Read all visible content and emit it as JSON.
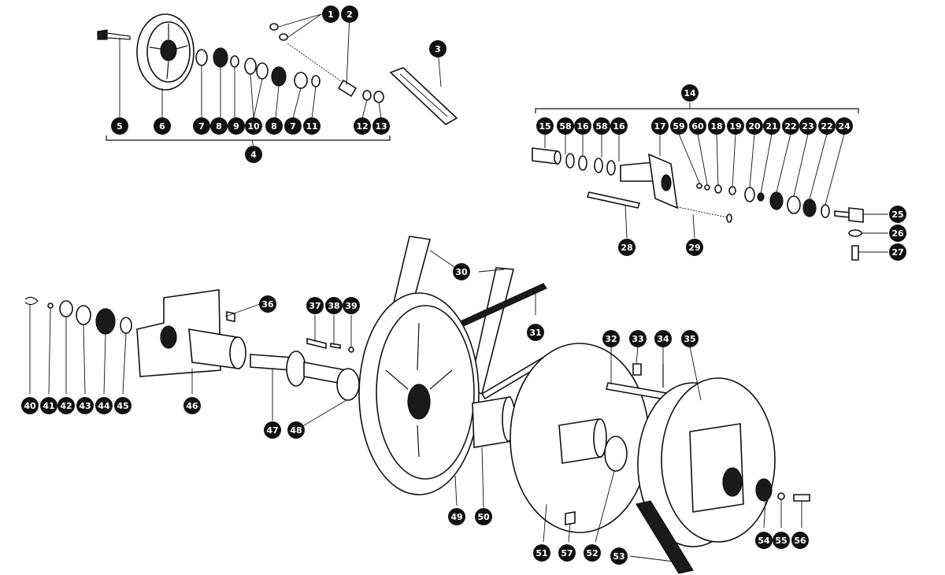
{
  "diagram": {
    "callouts": [
      {
        "id": "c1",
        "label": "1"
      },
      {
        "id": "c2",
        "label": "2"
      },
      {
        "id": "c3",
        "label": "3"
      },
      {
        "id": "c4",
        "label": "4"
      },
      {
        "id": "c5",
        "label": "5"
      },
      {
        "id": "c6",
        "label": "6"
      },
      {
        "id": "c7a",
        "label": "7"
      },
      {
        "id": "c8a",
        "label": "8"
      },
      {
        "id": "c9",
        "label": "9"
      },
      {
        "id": "c10",
        "label": "10"
      },
      {
        "id": "c8b",
        "label": "8"
      },
      {
        "id": "c7b",
        "label": "7"
      },
      {
        "id": "c11",
        "label": "11"
      },
      {
        "id": "c12",
        "label": "12"
      },
      {
        "id": "c13",
        "label": "13"
      },
      {
        "id": "c14",
        "label": "14"
      },
      {
        "id": "c15",
        "label": "15"
      },
      {
        "id": "c58a",
        "label": "58"
      },
      {
        "id": "c16a",
        "label": "16"
      },
      {
        "id": "c58b",
        "label": "58"
      },
      {
        "id": "c16b",
        "label": "16"
      },
      {
        "id": "c17",
        "label": "17"
      },
      {
        "id": "c59",
        "label": "59"
      },
      {
        "id": "c60",
        "label": "60"
      },
      {
        "id": "c18",
        "label": "18"
      },
      {
        "id": "c19",
        "label": "19"
      },
      {
        "id": "c20",
        "label": "20"
      },
      {
        "id": "c21",
        "label": "21"
      },
      {
        "id": "c22a",
        "label": "22"
      },
      {
        "id": "c23",
        "label": "23"
      },
      {
        "id": "c22b",
        "label": "22"
      },
      {
        "id": "c24",
        "label": "24"
      },
      {
        "id": "c25",
        "label": "25"
      },
      {
        "id": "c26",
        "label": "26"
      },
      {
        "id": "c27",
        "label": "27"
      },
      {
        "id": "c28",
        "label": "28"
      },
      {
        "id": "c29",
        "label": "29"
      },
      {
        "id": "c30",
        "label": "30"
      },
      {
        "id": "c31",
        "label": "31"
      },
      {
        "id": "c32",
        "label": "32"
      },
      {
        "id": "c33",
        "label": "33"
      },
      {
        "id": "c34",
        "label": "34"
      },
      {
        "id": "c35",
        "label": "35"
      },
      {
        "id": "c36",
        "label": "36"
      },
      {
        "id": "c37",
        "label": "37"
      },
      {
        "id": "c38",
        "label": "38"
      },
      {
        "id": "c39",
        "label": "39"
      },
      {
        "id": "c40",
        "label": "40"
      },
      {
        "id": "c41",
        "label": "41"
      },
      {
        "id": "c42",
        "label": "42"
      },
      {
        "id": "c43",
        "label": "43"
      },
      {
        "id": "c44",
        "label": "44"
      },
      {
        "id": "c45",
        "label": "45"
      },
      {
        "id": "c46",
        "label": "46"
      },
      {
        "id": "c47",
        "label": "47"
      },
      {
        "id": "c48",
        "label": "48"
      },
      {
        "id": "c49",
        "label": "49"
      },
      {
        "id": "c50",
        "label": "50"
      },
      {
        "id": "c51",
        "label": "51"
      },
      {
        "id": "c57",
        "label": "57"
      },
      {
        "id": "c52",
        "label": "52"
      },
      {
        "id": "c53",
        "label": "53"
      },
      {
        "id": "c54",
        "label": "54"
      },
      {
        "id": "c55",
        "label": "55"
      },
      {
        "id": "c56",
        "label": "56"
      }
    ]
  }
}
